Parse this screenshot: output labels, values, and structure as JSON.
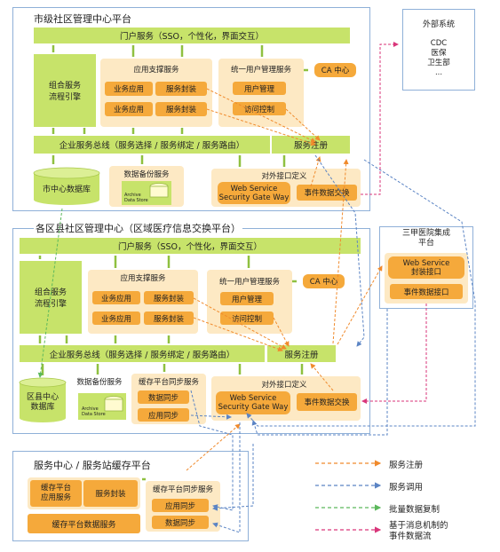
{
  "city": {
    "title": "市级社区管理中心平台",
    "portal": "门户服务（SSO，个性化，界面交互）",
    "workflow": [
      "组合服务",
      "流程引擎"
    ],
    "app_support": "应用支撑服务",
    "biz_app": "业务应用",
    "svc_wrap": "服务封装",
    "uum": "统一用户管理服务",
    "user_mgmt": "用户管理",
    "access_ctrl": "访问控制",
    "ca": "CA 中心",
    "esb": "企业服务总线（服务选择 / 服务绑定 / 服务路由）",
    "svc_reg": "服务注册",
    "db": "市中心数据库",
    "backup": "数据备份服务",
    "archive": [
      "Archive",
      "Data Store"
    ],
    "ext_if": "对外接口定义",
    "ws": [
      "Web Service",
      "Security Gate Way"
    ],
    "event": "事件数据交换"
  },
  "external": {
    "title": "外部系统",
    "items": [
      "CDC",
      "医保",
      "卫生部",
      "..."
    ]
  },
  "district": {
    "title": "各区县社区管理中心（区域医疗信息交换平台）",
    "portal": "门户服务（SSO，个性化，界面交互）",
    "workflow": [
      "组合服务",
      "流程引擎"
    ],
    "app_support": "应用支撑服务",
    "biz_app": "业务应用",
    "svc_wrap": "服务封装",
    "uum": "统一用户管理服务",
    "user_mgmt": "用户管理",
    "access_ctrl": "访问控制",
    "ca": "CA 中心",
    "esb": "企业服务总线（服务选择 / 服务绑定 / 服务路由）",
    "svc_reg": "服务注册",
    "db": [
      "区县中心",
      "数据库"
    ],
    "backup": "数据备份服务",
    "archive": [
      "Archive",
      "Data Store"
    ],
    "cache_sync": "缓存平台同步服务",
    "data_sync": "数据同步",
    "app_sync": "应用同步",
    "ext_if": "对外接口定义",
    "ws": [
      "Web Service",
      "Security Gate Way"
    ],
    "event": "事件数据交换"
  },
  "hospital": {
    "title": [
      "三甲医院集成",
      "平台"
    ],
    "ws": [
      "Web Service",
      "封装接口"
    ],
    "event": "事件数据接口"
  },
  "station": {
    "title": "服务中心 / 服务站缓存平台",
    "cache_app": [
      "缓存平台",
      "应用服务"
    ],
    "svc_wrap": "服务封装",
    "cache_sync": "缓存平台同步服务",
    "app_sync": "应用同步",
    "data_sync": "数据同步",
    "cache_data": "缓存平台数据服务"
  },
  "legend": [
    {
      "label": "服务注册",
      "color": "#f08a2c"
    },
    {
      "label": "服务调用",
      "color": "#5b84c4"
    },
    {
      "label": "批量数据复制",
      "color": "#5cb85c"
    },
    {
      "label": "基于消息机制的",
      "label2": "事件数据流",
      "color": "#d9367a"
    }
  ]
}
